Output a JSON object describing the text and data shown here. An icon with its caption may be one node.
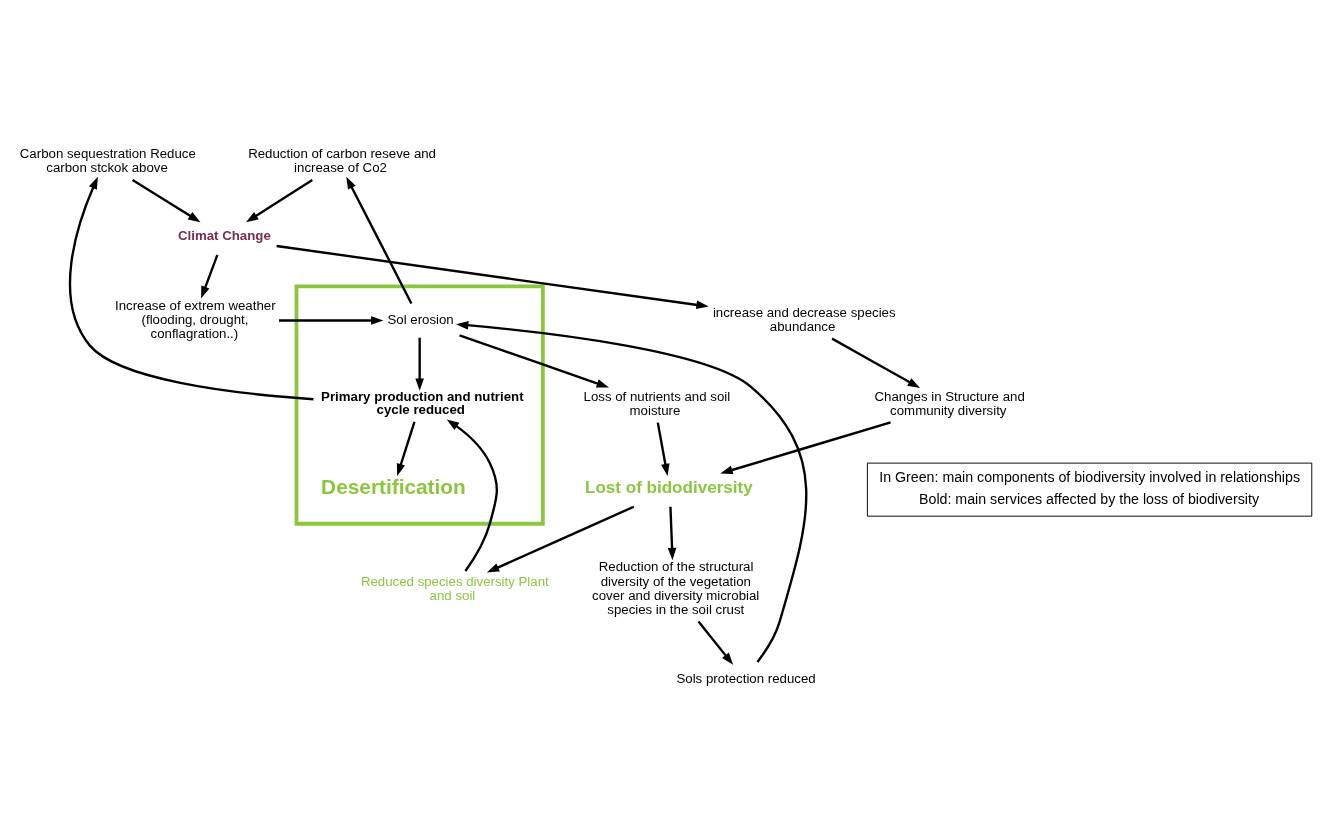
{
  "diagram": {
    "nodes": [
      {
        "text": [],
        "shape": "box"
      },
      {
        "text": [
          "Desertification"
        ],
        "in": 0
      },
      {
        "text": [
          "Primary production and nutrient cycle reduced"
        ],
        "in": 0
      },
      {
        "text": [
          "Sol erosion"
        ],
        "in": 0
      },
      {
        "text": [
          "Carbon sequestration Reduce carbon stckok above"
        ]
      },
      {
        "text": [
          "Reduced species diversity Plant and soil"
        ]
      },
      {
        "text": [
          "Sols protection reduced"
        ]
      },
      {
        "text": [
          "Increase of extrem weather (flooding, drought, conflagration..)"
        ]
      },
      {
        "text": [
          "Reduction of carbon reseve and increase of Co2"
        ]
      },
      {
        "text": [
          "Reduction of the structural diversity of the vegetation cover and diversity microbial species in the soil crust"
        ]
      },
      {
        "text": [
          "Loss of nutrients and soil moisture"
        ]
      },
      {
        "text": [
          "Climat Change"
        ]
      },
      {
        "text": [
          "Lost of bidodiversity"
        ]
      },
      {
        "text": [
          "increase and decrease species abundance"
        ]
      },
      {
        "text": [
          "Changes in Structure and community diversity"
        ]
      }
    ],
    "edges": [
      {
        "from": 2,
        "to": 1,
        "arrow": "to"
      },
      {
        "from": 3,
        "to": 2,
        "arrow": "to"
      },
      {
        "from": 2,
        "to": 4,
        "arrow": "to"
      },
      {
        "from": 5,
        "to": 2,
        "arrow": "to"
      },
      {
        "from": 6,
        "to": 3,
        "arrow": "to"
      },
      {
        "from": 7,
        "to": 3,
        "arrow": "to"
      },
      {
        "from": 3,
        "to": 8,
        "arrow": "to"
      },
      {
        "from": 3,
        "to": 10,
        "arrow": "to"
      },
      {
        "from": 4,
        "to": 11,
        "arrow": "to"
      },
      {
        "from": 11,
        "to": 7,
        "arrow": "to"
      },
      {
        "from": 8,
        "to": 11,
        "arrow": "to"
      },
      {
        "from": 11,
        "to": 13,
        "arrow": "to"
      },
      {
        "from": 13,
        "to": 14,
        "arrow": "to"
      },
      {
        "from": 14,
        "to": 12,
        "arrow": "to"
      },
      {
        "from": 10,
        "to": 12,
        "arrow": "to"
      },
      {
        "from": 12,
        "to": 9,
        "arrow": "to"
      },
      {
        "from": 9,
        "to": 6,
        "arrow": "to"
      },
      {
        "from": 12,
        "to": 5,
        "arrow": "to"
      }
    ],
    "labels": [
      "In Green: main components of biodiversity involved in relationships",
      "Bold: main services affected by the loss of biodiversity"
    ]
  }
}
